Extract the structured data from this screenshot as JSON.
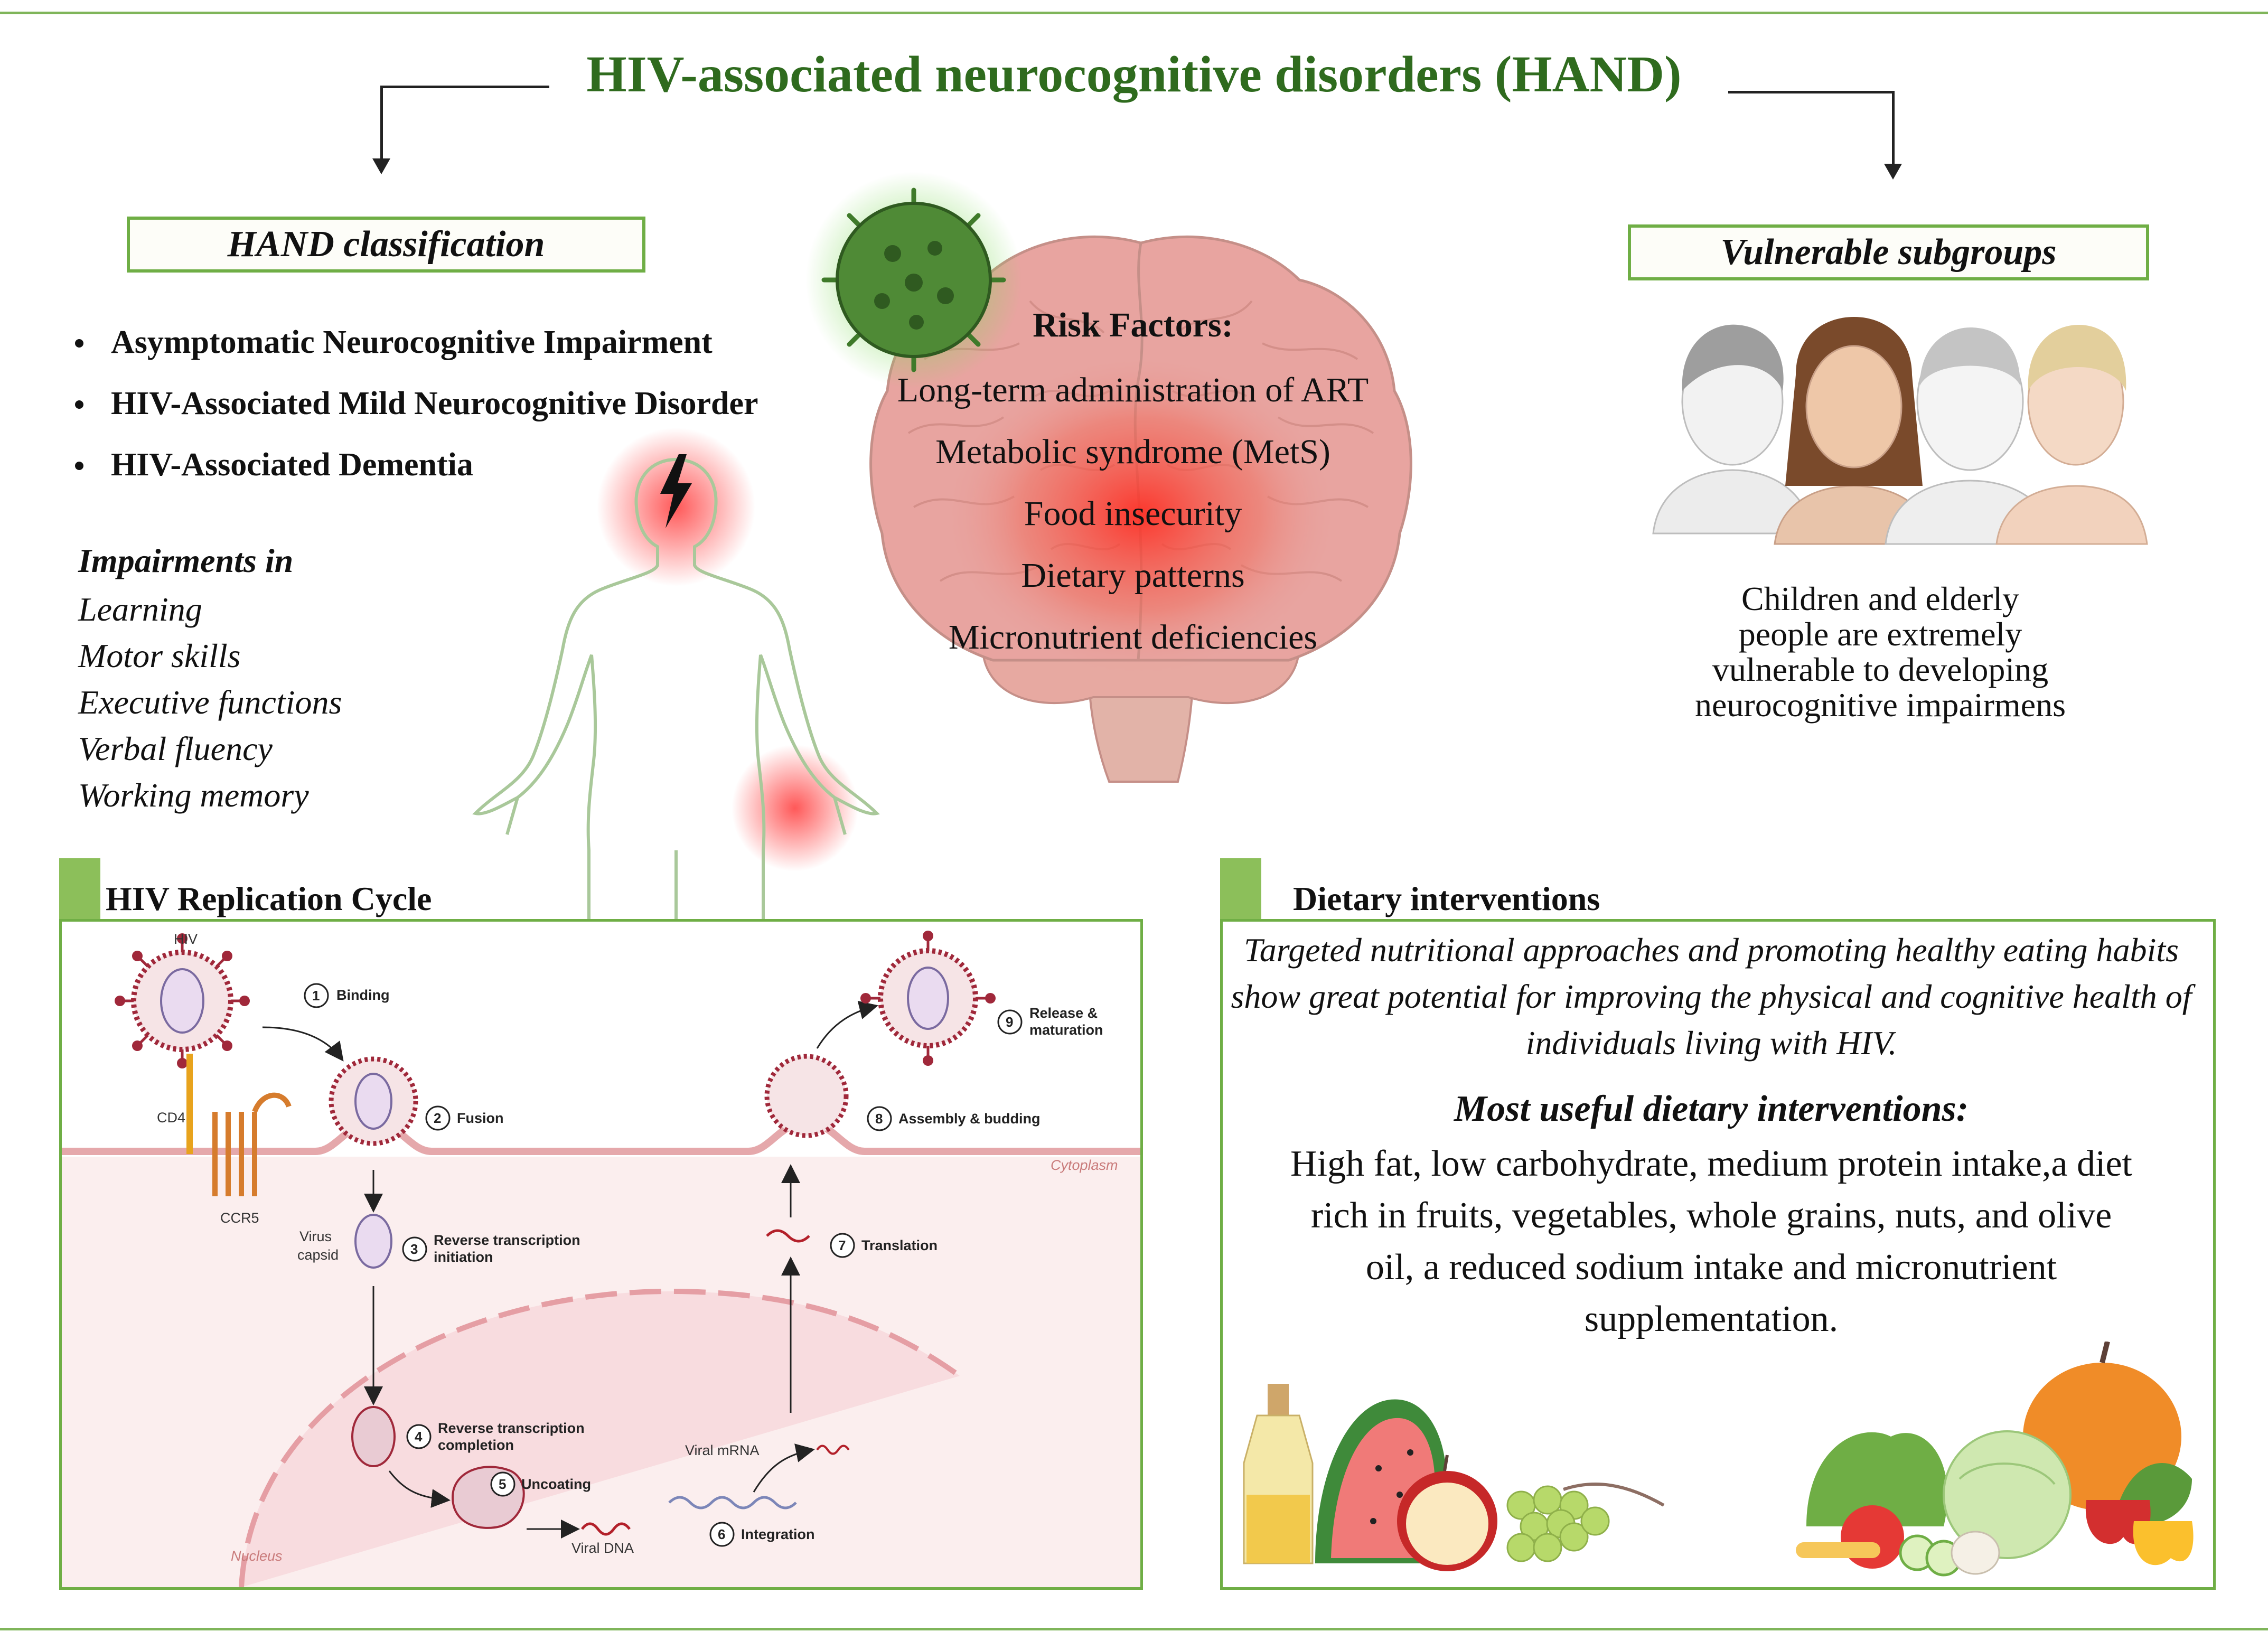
{
  "title": "HIV-associated neurocognitive disorders (HAND)",
  "classification": {
    "heading": "HAND classification",
    "items": [
      "Asymptomatic Neurocognitive Impairment",
      "HIV-Associated Mild Neurocognitive Disorder",
      "HIV-Associated Dementia"
    ],
    "impairments_heading": "Impairments in",
    "impairments": [
      "Learning",
      "Motor skills",
      "Executive functions",
      "Verbal fluency",
      "Working memory"
    ]
  },
  "risk": {
    "heading": "Risk Factors:",
    "items": [
      "Long-term administration of ART",
      "Metabolic syndrome (MetS)",
      "Food insecurity",
      "Dietary patterns",
      "Micronutrient deficiencies"
    ]
  },
  "vulnerable": {
    "heading": "Vulnerable subgroups",
    "lines": [
      "Children and elderly",
      "people are extremely",
      "vulnerable to developing",
      "neurocognitive impairmens"
    ]
  },
  "replication": {
    "heading": "HIV Replication Cycle",
    "hiv_label": "HIV",
    "cd4_label": "CD4",
    "ccr5_label": "CCR5",
    "capsid_label": [
      "Virus",
      "capsid"
    ],
    "cytoplasm_label": "Cytoplasm",
    "nucleus_label": "Nucleus",
    "viral_mrna_label": "Viral mRNA",
    "viral_dna_label": "Viral DNA",
    "steps": [
      {
        "num": "1",
        "label": [
          "Binding"
        ]
      },
      {
        "num": "2",
        "label": [
          "Fusion"
        ]
      },
      {
        "num": "3",
        "label": [
          "Reverse transcription",
          "initiation"
        ]
      },
      {
        "num": "4",
        "label": [
          "Reverse transcription",
          "completion"
        ]
      },
      {
        "num": "5",
        "label": [
          "Uncoating"
        ]
      },
      {
        "num": "6",
        "label": [
          "Integration"
        ]
      },
      {
        "num": "7",
        "label": [
          "Translation"
        ]
      },
      {
        "num": "8",
        "label": [
          "Assembly & budding"
        ]
      },
      {
        "num": "9",
        "label": [
          "Release &",
          "maturation"
        ]
      }
    ]
  },
  "dietary": {
    "heading": "Dietary interventions",
    "intro": "Targeted nutritional approaches and promoting healthy eating habits show great potential for improving the physical and cognitive health of individuals living with HIV.",
    "subheading": "Most useful dietary interventions:",
    "body": "High fat, low carbohydrate, medium protein intake,a diet rich in fruits, vegetables, whole grains, nuts, and olive oil, a reduced sodium intake and micronutrient supplementation."
  },
  "colors": {
    "title_green": "#2f6b1e",
    "frame_green": "#6fae45",
    "tab_green": "#8cbf5a",
    "virus_red": "#a0283a",
    "brain_pink": "#e8a4a0"
  },
  "icons": [
    "virus-icon",
    "brain-illustration",
    "human-body-outline",
    "lightning-icon",
    "faces-illustration",
    "fruits-illustration",
    "vegetables-illustration"
  ]
}
